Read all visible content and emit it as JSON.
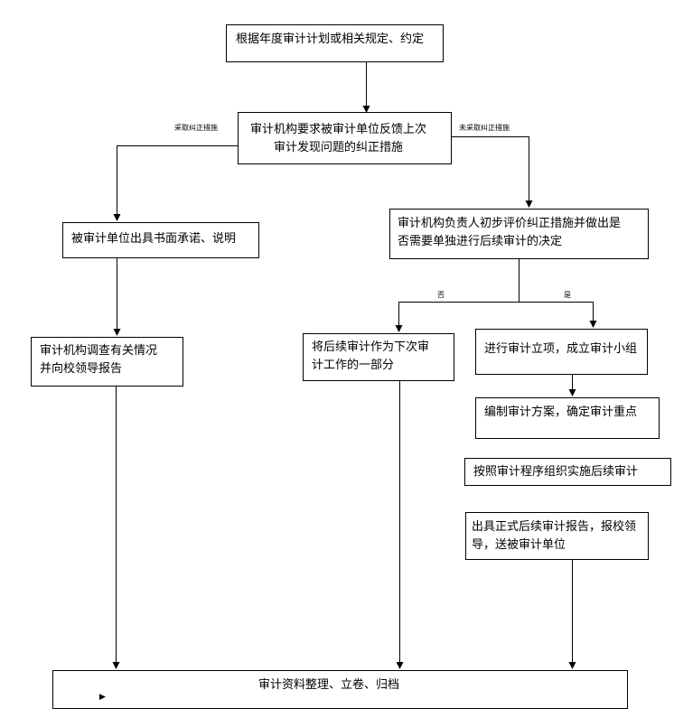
{
  "nodes": {
    "start": "根据年度审计计划或相关规定、约定",
    "request_line1": "审计机构要求被审计单位反馈上次",
    "request_line2": "审计发现问题的纠正措施",
    "commitment": "被审计单位出具书面承诺、说明",
    "evaluate_line1": "审计机构负责人初步评价纠正措施并做出是",
    "evaluate_line2": "否需要单独进行后续审计的决定",
    "investigate_line1": "审计机构调查有关情况",
    "investigate_line2": "并向校领导报告",
    "next_audit_line1": "将后续审计作为下次审",
    "next_audit_line2": "计工作的一部分",
    "project": "进行审计立项，成立审计小组",
    "plan": "编制审计方案，确定审计重点",
    "implement": "按照审计程序组织实施后续审计",
    "report_line1": "出具正式后续审计报告，报校领",
    "report_line2": "导，送被审计单位",
    "archive": "审计资料整理、立卷、归档"
  },
  "edge_labels": {
    "took_measures": "采取纠正措施",
    "no_measures": "未采取纠正措施",
    "no": "否",
    "yes": "是"
  },
  "marker_glyph": "▶"
}
